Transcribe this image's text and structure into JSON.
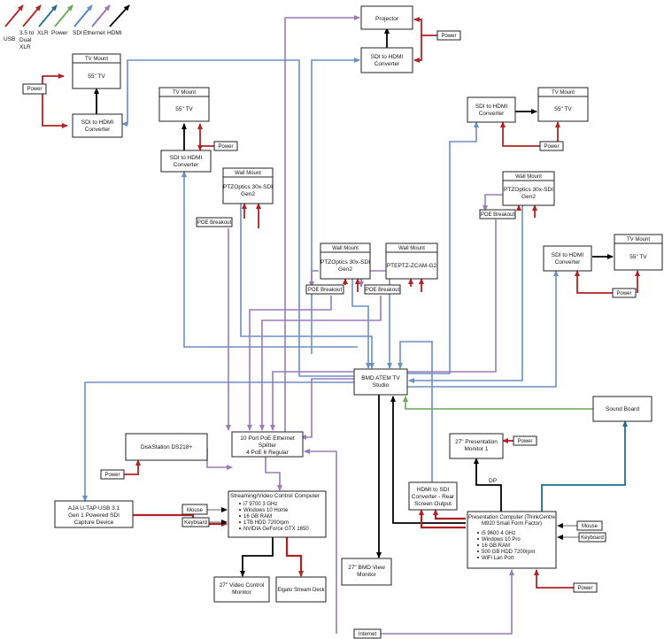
{
  "legend": [
    {
      "label": "USB",
      "color": "#b22222"
    },
    {
      "label": "3.5 to Dual XLR",
      "color": "#b22222"
    },
    {
      "label": "XLR",
      "color": "#1f6f8b"
    },
    {
      "label": "Power",
      "color": "#6aa84f"
    },
    {
      "label": "SDI",
      "color": "#4a7fbf"
    },
    {
      "label": "Ethernet",
      "color": "#8e6fbf"
    },
    {
      "label": "HDMI",
      "color": "#000000"
    }
  ],
  "colors": {
    "usb": "#b22222",
    "power": "#b22222",
    "sdi": "#6a8fc6",
    "ethernet": "#9b7ab8",
    "hdmi": "#000000",
    "xlr": "#1f6f8b",
    "audio": "#6aa84f"
  },
  "nodes": {
    "projector": {
      "lines": [
        "Projector"
      ]
    },
    "sdi_hdmi_proj": {
      "lines": [
        "SDI to HDMI",
        "Converter"
      ]
    },
    "power_proj": {
      "lines": [
        "Power"
      ]
    },
    "tv_mount_1_header": {
      "lines": [
        "TV Mount"
      ]
    },
    "tv_55_1": {
      "lines": [
        "55\" TV"
      ]
    },
    "power_1": {
      "lines": [
        "Power"
      ]
    },
    "sdi_hdmi_1": {
      "lines": [
        "SDI to HDMI",
        "Converter"
      ]
    },
    "tv_mount_2_header": {
      "lines": [
        "TV Mount"
      ]
    },
    "tv_55_2": {
      "lines": [
        "55\" TV"
      ]
    },
    "power_2": {
      "lines": [
        "Power"
      ]
    },
    "sdi_hdmi_2": {
      "lines": [
        "SDI to HDMI",
        "Converter"
      ]
    },
    "wall_mount_1_header": {
      "lines": [
        "Wall Mount"
      ]
    },
    "ptz_1": {
      "lines": [
        "PTZOptics 30x-SDI",
        "Gen2"
      ]
    },
    "poe_1": {
      "lines": [
        "POE Breakout"
      ]
    },
    "sdi_hdmi_3": {
      "lines": [
        "SDI to HDMI",
        "Converter"
      ]
    },
    "tv_mount_3_header": {
      "lines": [
        "TV Mount"
      ]
    },
    "tv_55_3": {
      "lines": [
        "55\" TV"
      ]
    },
    "power_3": {
      "lines": [
        "Power"
      ]
    },
    "wall_mount_2_header": {
      "lines": [
        "Wall Mount"
      ]
    },
    "ptz_2": {
      "lines": [
        "PTZOptics 30x-SDI",
        "Gen2"
      ]
    },
    "poe_2": {
      "lines": [
        "POE Breakout"
      ]
    },
    "wall_mount_3_header": {
      "lines": [
        "Wall Mount"
      ]
    },
    "ptz_3": {
      "lines": [
        "PTZOptics 30x-SDI",
        "Gen2"
      ]
    },
    "poe_3": {
      "lines": [
        "POE Breakout"
      ]
    },
    "wall_mount_4_header": {
      "lines": [
        "Wall Mount"
      ]
    },
    "pteptz": {
      "lines": [
        "PTEPTZ-ZCAM-G2"
      ]
    },
    "poe_4": {
      "lines": [
        "POE Breakout"
      ]
    },
    "sdi_hdmi_4": {
      "lines": [
        "SDI to HDMI",
        "Converter"
      ]
    },
    "tv_mount_4_header": {
      "lines": [
        "TV Mount"
      ]
    },
    "tv_55_4": {
      "lines": [
        "55\" TV"
      ]
    },
    "power_4": {
      "lines": [
        "Power"
      ]
    },
    "atem": {
      "lines": [
        "BMD ATEM TV",
        "Studio"
      ]
    },
    "sound_board": {
      "lines": [
        "Sound Board"
      ]
    },
    "switch": {
      "lines": [
        "10 Port PoE Ethernet",
        "Splitter",
        "4 PoE 6 Regular"
      ]
    },
    "diskstation": {
      "lines": [
        "DiskStation DS218+"
      ]
    },
    "power_ds": {
      "lines": [
        "Power"
      ]
    },
    "monitor_27_pres": {
      "lines": [
        "27\" Presentation",
        "Monitor 1"
      ]
    },
    "power_mon": {
      "lines": [
        "Power"
      ]
    },
    "dp_label": {
      "lines": [
        "DP"
      ]
    },
    "hdmi_sdi_conv": {
      "lines": [
        "HDMI to SDI",
        "Converter - Rear",
        "Screen Output"
      ]
    },
    "aja": {
      "lines": [
        "AJA U-TAP USB 3.1",
        "Gen 1 Powered SDI",
        "Capture Device"
      ]
    },
    "streaming_pc": {
      "lines": [
        "Streaming/Video Control Computer"
      ]
    },
    "streaming_specs": {
      "lines": [
        "i7 9700 3 GHz",
        "Windows 10 Home",
        "16 GB RAM",
        "1TB HDD 7200rpm",
        "NVIDIA GeForce GTX 1650"
      ]
    },
    "mouse_1": {
      "lines": [
        "Mouse"
      ]
    },
    "keyboard_1": {
      "lines": [
        "Keyboard"
      ]
    },
    "presentation_pc": {
      "lines": [
        "Presentation Computer (ThinkCentre",
        "M920 Small Form Factor)"
      ]
    },
    "presentation_specs": {
      "lines": [
        "i5 9600 4 GHz",
        "Windows 10 Pro",
        "16 GB RAM",
        "500 GB HDD 7200rpm",
        "WiFi Lan Port"
      ]
    },
    "mouse_2": {
      "lines": [
        "Mouse"
      ]
    },
    "keyboard_2": {
      "lines": [
        "Keyboard"
      ]
    },
    "power_pres": {
      "lines": [
        "Power"
      ]
    },
    "monitor_27_video": {
      "lines": [
        "27\" Video Control",
        "Monitor"
      ]
    },
    "elgato": {
      "lines": [
        "Elgato Stream Deck"
      ]
    },
    "monitor_27_bmd": {
      "lines": [
        "27\" BMD View",
        "Monitor"
      ]
    },
    "internet": {
      "lines": [
        "Internet"
      ]
    }
  }
}
